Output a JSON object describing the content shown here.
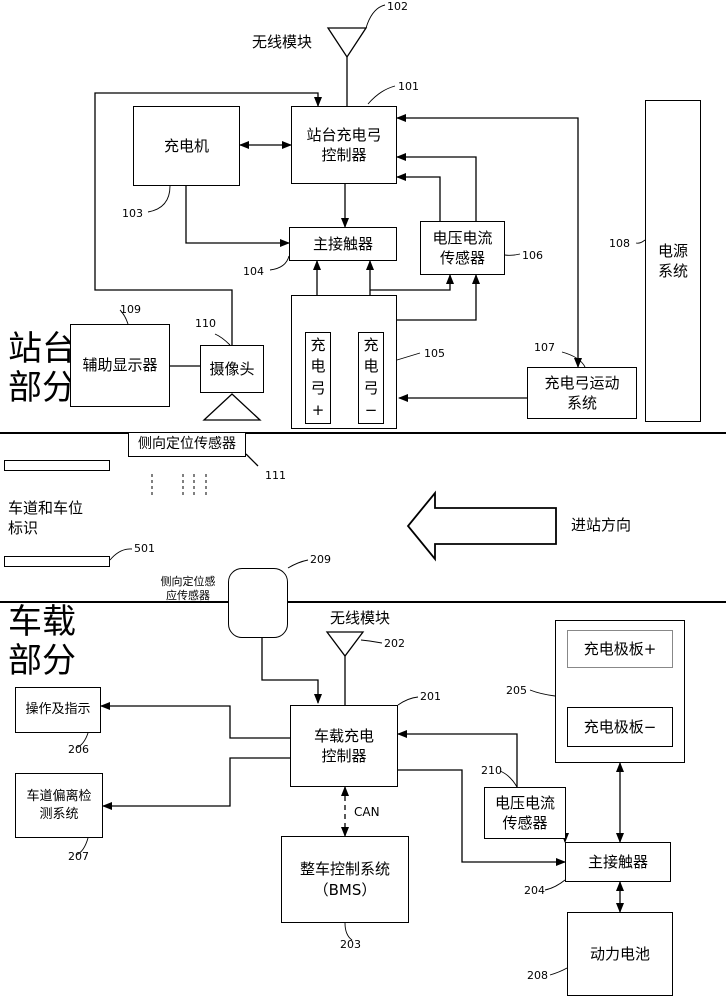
{
  "station": {
    "section_label": "站台\n部分",
    "wireless_module": "无线模块",
    "controller": "站台充电弓\n控制器",
    "charger": "充电机",
    "main_contactor": "主接触器",
    "vi_sensor": "电压电流\n传感器",
    "power_system": "电源\n系统",
    "aux_display": "辅助显示器",
    "camera": "摄像头",
    "bow_plus": "充\n电\n弓\n+",
    "bow_minus": "充\n电\n弓\n−",
    "bow_motion": "充电弓运动\n系统",
    "lateral_sensor": "侧向定位传感器"
  },
  "road": {
    "lane_marks": "车道和车位\n标识",
    "entry_direction": "进站方向"
  },
  "vehicle": {
    "section_label": "车载\n部分",
    "lateral_sensing": "侧向定位感\n应传感器",
    "wireless_module": "无线模块",
    "controller": "车载充电\n控制器",
    "operation": "操作及指示",
    "lane_departure": "车道偏离检\n测系统",
    "vcu": "整车控制系统\n（BMS）",
    "can": "CAN",
    "plate_plus": "充电极板+",
    "plate_minus": "充电极板−",
    "vi_sensor": "电压电流\n传感器",
    "main_contactor": "主接触器",
    "battery": "动力电池"
  },
  "refs": {
    "r101": "101",
    "r102": "102",
    "r103": "103",
    "r104": "104",
    "r105": "105",
    "r106": "106",
    "r107": "107",
    "r108": "108",
    "r109": "109",
    "r110": "110",
    "r111": "111",
    "r501": "501",
    "r201": "201",
    "r202": "202",
    "r203": "203",
    "r204": "204",
    "r205": "205",
    "r206": "206",
    "r207": "207",
    "r208": "208",
    "r209": "209",
    "r210": "210"
  }
}
